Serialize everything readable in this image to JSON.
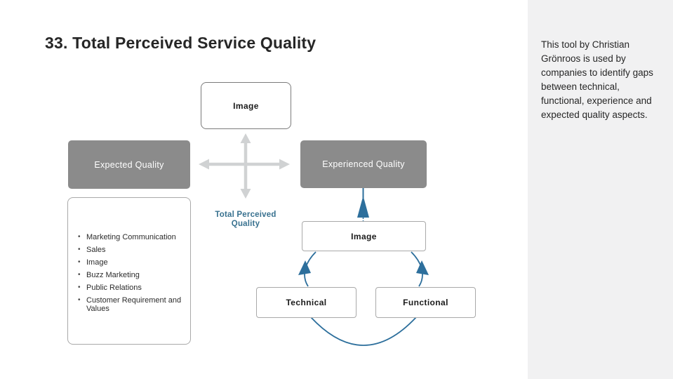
{
  "slide": {
    "title": "33. Total Perceived Service Quality",
    "notes": {
      "text": "This tool by Christian Grönroos is used by companies to identify gaps between technical, functional, experience and expected quality aspects."
    },
    "diagram": {
      "top_image_box": "Image",
      "expected_quality_box": "Expected Quality",
      "experienced_quality_box": "Experienced Quality",
      "total_perceived_quality_label": "Total Perceived Quality",
      "bottom_image_box": "Image",
      "technical_box": "Technical",
      "functional_box": "Functional",
      "factors": [
        "Marketing Communication",
        "Sales",
        "Image",
        "Buzz Marketing",
        "Public Relations",
        "Customer Requirement and Values"
      ]
    },
    "colors": {
      "accent_teal": "#2d6f9c",
      "teal_label": "#38718f",
      "gray_box": "#8b8b8b",
      "arrow_gray": "#d0d2d3",
      "sidebar_bg": "#f1f1f2",
      "title_text": "#262626"
    }
  }
}
